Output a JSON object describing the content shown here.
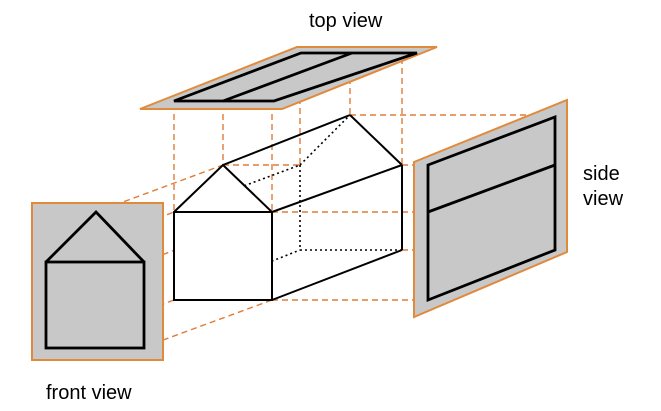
{
  "diagram": {
    "labels": {
      "top": "top view",
      "side_line1": "side",
      "side_line2": "view",
      "front": "front view"
    }
  },
  "colors": {
    "panel_fill": "#c8c8c8",
    "panel_border": "#e08a3c",
    "projection": "#e07b39",
    "outline": "#000000",
    "background": "#ffffff"
  }
}
